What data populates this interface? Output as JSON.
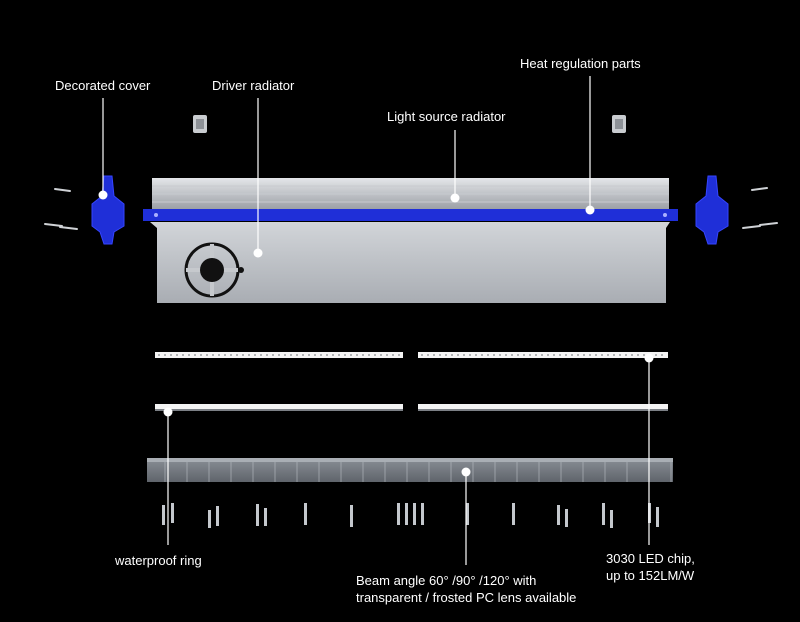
{
  "labels": {
    "decorated_cover": "Decorated cover",
    "driver_radiator": "Driver radiator",
    "light_source_radiator": "Light source radiator",
    "heat_regulation_parts": "Heat regulation parts",
    "waterproof_ring": "waterproof ring",
    "beam_angle_line1": "Beam angle 60° /90° /120° with",
    "beam_angle_line2": "transparent / frosted PC lens available",
    "led_chip_line1": "3030 LED chip,",
    "led_chip_line2": "up to 152LM/W"
  },
  "colors": {
    "background": "#000000",
    "aluminum": "#b8bcc2",
    "accent_blue": "#1f2fd8",
    "label": "#ffffff"
  }
}
